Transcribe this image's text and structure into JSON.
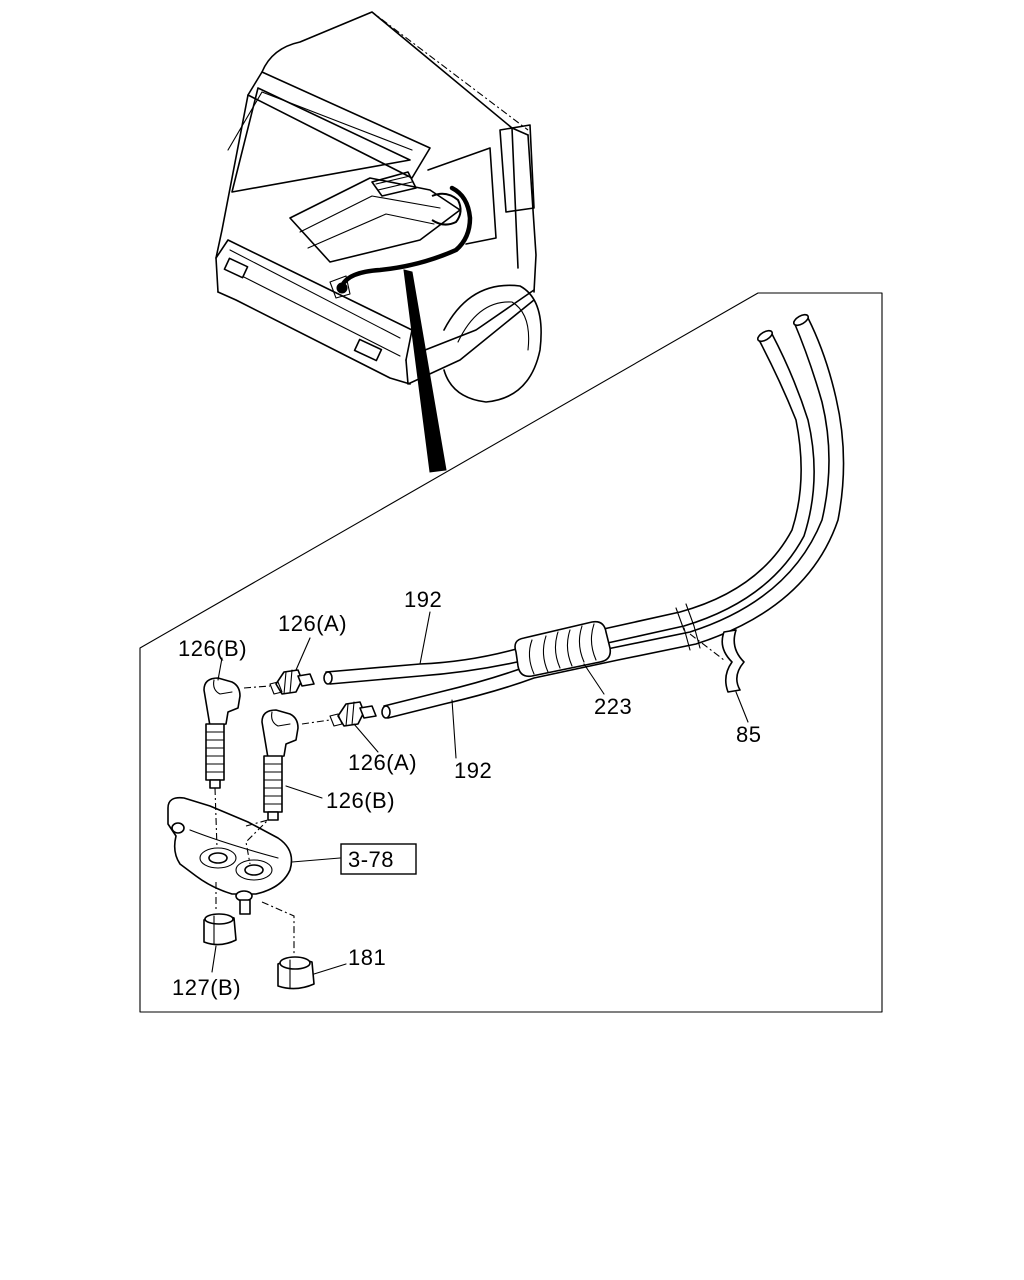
{
  "callouts": {
    "hose_upper": "192",
    "hose_lower": "192",
    "fitting_a_upper": "126(A)",
    "fitting_a_lower": "126(A)",
    "elbow_b_upper": "126(B)",
    "elbow_b_lower": "126(B)",
    "grommet": "223",
    "clip": "85",
    "bracket_ref": "3-78",
    "nut_b": "127(B)",
    "nut": "181"
  }
}
